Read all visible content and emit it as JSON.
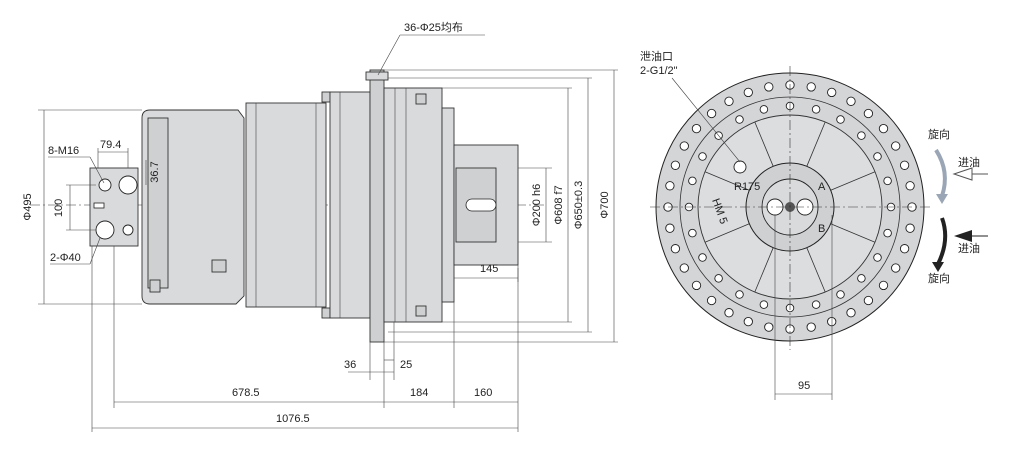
{
  "side_view": {
    "dimensions": {
      "bolt_circle_holes": "36-Φ25均布",
      "flange_bolts": "8-M16",
      "flange_width": "79.4",
      "flange_offset": "36.7",
      "flange_height": "100",
      "port_holes": "2-Φ40",
      "body_dia": "Φ495",
      "shaft_dia": "Φ200 h6",
      "pilot_dia": "Φ608 f7",
      "bolt_circle_dia": "Φ650±0.3",
      "outer_dia": "Φ700",
      "shaft_length": "145",
      "flange_thk_left": "36",
      "flange_thk_right": "25",
      "length_to_flange": "678.5",
      "flange_to_shoulder": "184",
      "shoulder_to_end": "160",
      "overall_length": "1076.5"
    }
  },
  "front_view": {
    "drain_label_line1": "泄油口",
    "drain_label_line2": "2-G1/2\"",
    "radius_label": "R175",
    "port_spacing": "95",
    "port_a": "A",
    "port_b": "B",
    "nameplate": "HM 5",
    "arrow_top_rotation": "旋向",
    "arrow_top_inlet": "进油",
    "arrow_bottom_inlet": "进油",
    "arrow_bottom_rotation": "旋向"
  }
}
